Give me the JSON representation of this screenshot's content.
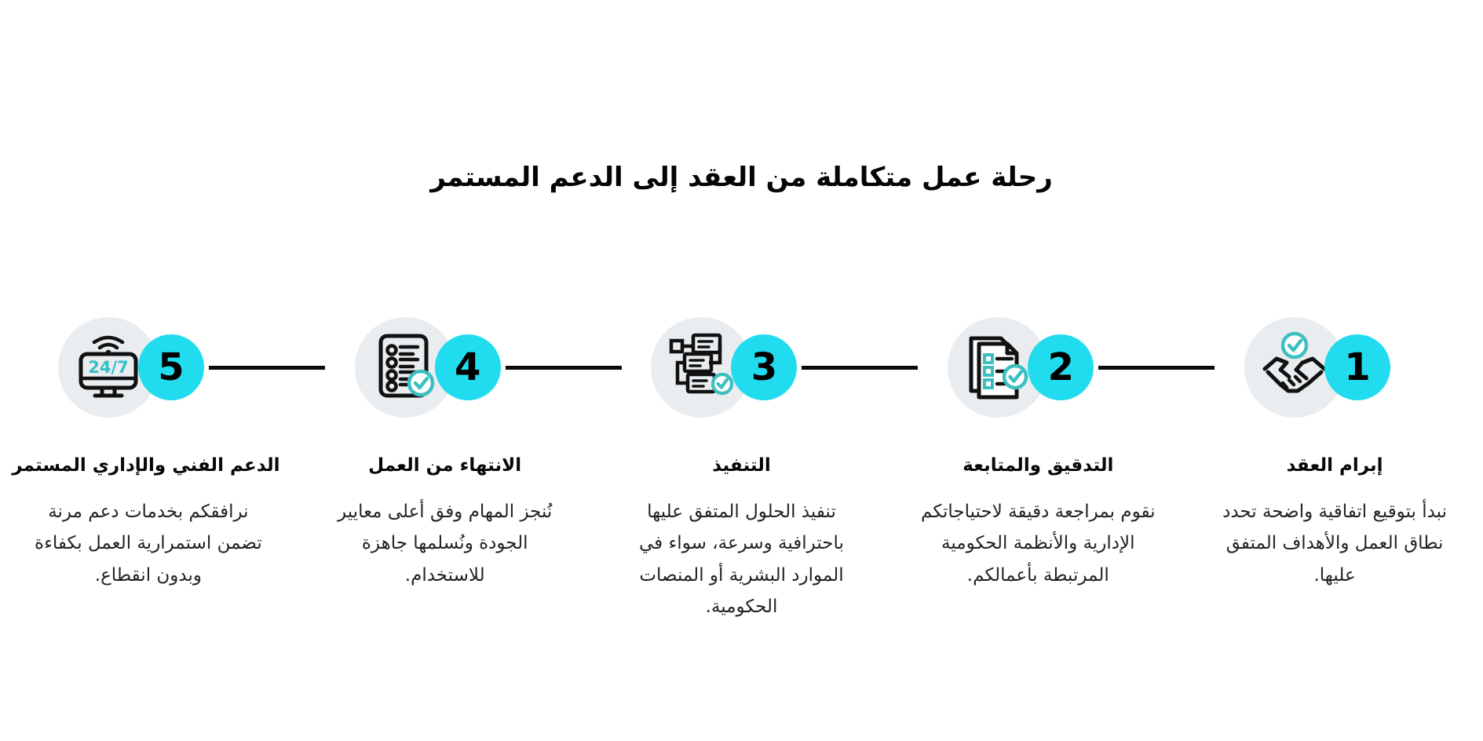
{
  "page": {
    "title": "رحلة عمل متكاملة من العقد إلى الدعم المستمر",
    "direction": "rtl",
    "background_color": "#ffffff"
  },
  "theme": {
    "accent_cyan": "#21dcef",
    "icon_disc_gray": "#e9edf0",
    "check_teal": "#3bbfbf",
    "line_black": "#0a0a0a",
    "heading_color": "#070707",
    "body_color": "#232323"
  },
  "steps": [
    {
      "number": "5",
      "icon": "monitor-24-7-support-icon",
      "icon_label": "24/7",
      "heading": "الدعم الفني والإداري المستمر",
      "body": "نرافقكم بخدمات دعم مرنة تضمن استمرارية العمل بكفاءة وبدون انقطاع."
    },
    {
      "number": "4",
      "icon": "checklist-document-check-icon",
      "icon_label": "",
      "heading": "الانتهاء من العمل",
      "body": "نُنجز المهام وفق أعلى معايير الجودة ونُسلمها جاهزة للاستخدام."
    },
    {
      "number": "3",
      "icon": "workflow-diagram-check-icon",
      "icon_label": "",
      "heading": "التنفيذ",
      "body": "تنفيذ الحلول المتفق عليها باحترافية وسرعة، سواء في الموارد البشرية أو المنصات الحكومية."
    },
    {
      "number": "2",
      "icon": "documents-stack-check-icon",
      "icon_label": "",
      "heading": "التدقيق والمتابعة",
      "body": "نقوم بمراجعة دقيقة لاحتياجاتكم الإدارية والأنظمة الحكومية المرتبطة بأعمالكم."
    },
    {
      "number": "1",
      "icon": "handshake-check-icon",
      "icon_label": "",
      "heading": "إبرام العقد",
      "body": "نبدأ بتوقيع اتفاقية واضحة تحدد نطاق العمل والأهداف المتفق عليها."
    }
  ]
}
